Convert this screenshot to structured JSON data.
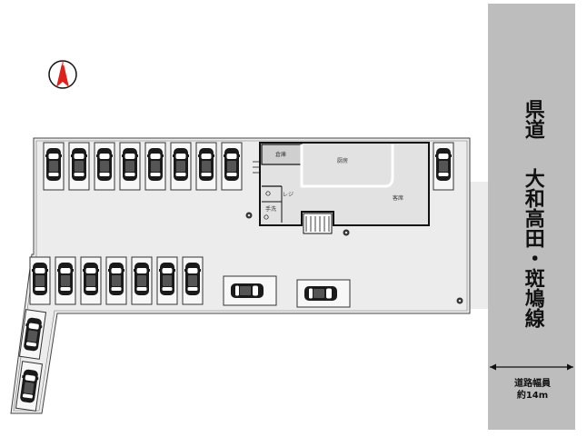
{
  "road": {
    "name_line1": "県道",
    "name_line2": "大和高田・斑鳩線",
    "width_label": "道路幅員",
    "width_value": "約14m"
  },
  "rooms": {
    "storage": "倉庫",
    "kitchen": "厨房",
    "register": "レジ",
    "handwash": "手洗",
    "dining": "客席"
  },
  "compass": {
    "direction": "north",
    "icon": "north-arrow-icon",
    "color": "#e0201a"
  },
  "parking": {
    "top_row_count": 8,
    "right_single_count": 1,
    "middle_row_count": 7,
    "horizontal_spaces": 2,
    "left_column_count": 2
  },
  "colors": {
    "road": "#bdbdbd",
    "lot": "#ececec",
    "building": "#e2e2e2",
    "compass": "#e0201a"
  }
}
